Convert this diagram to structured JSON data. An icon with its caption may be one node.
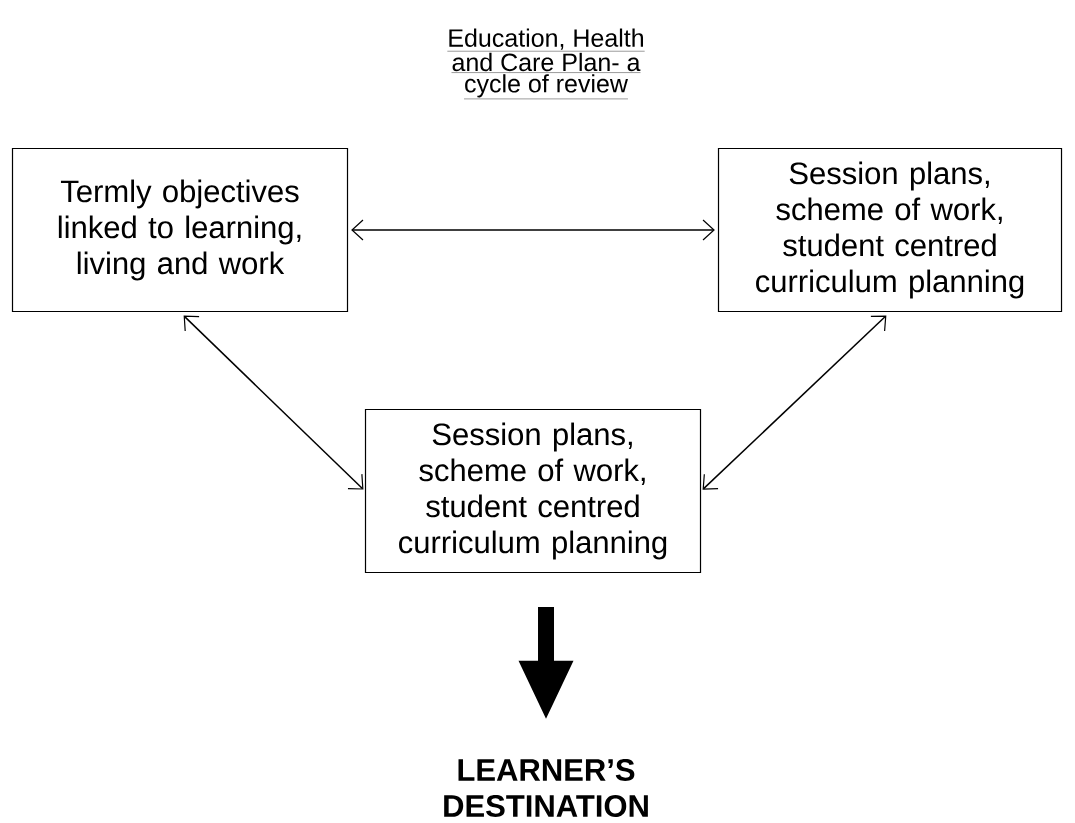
{
  "diagram": {
    "title": "Education, Health and Care Plan- a cycle of review",
    "nodes": [
      {
        "text": [
          "Termly objectives linked to learning, living and work"
        ]
      },
      {
        "text": [
          "Session plans, scheme of work, student centred curriculum planning"
        ]
      },
      {
        "text": [
          "Session plans, scheme of work, student centred curriculum planning"
        ]
      },
      {
        "text": [
          "LEARNER’S DESTINATION"
        ]
      }
    ],
    "edges": [
      {
        "from": 0,
        "to": 1,
        "arrow": "both"
      },
      {
        "from": 0,
        "to": 2,
        "arrow": "both"
      },
      {
        "from": 1,
        "to": 2,
        "arrow": "both"
      },
      {
        "from": 2,
        "to": 3,
        "arrow": "to",
        "style": "thick"
      }
    ]
  }
}
